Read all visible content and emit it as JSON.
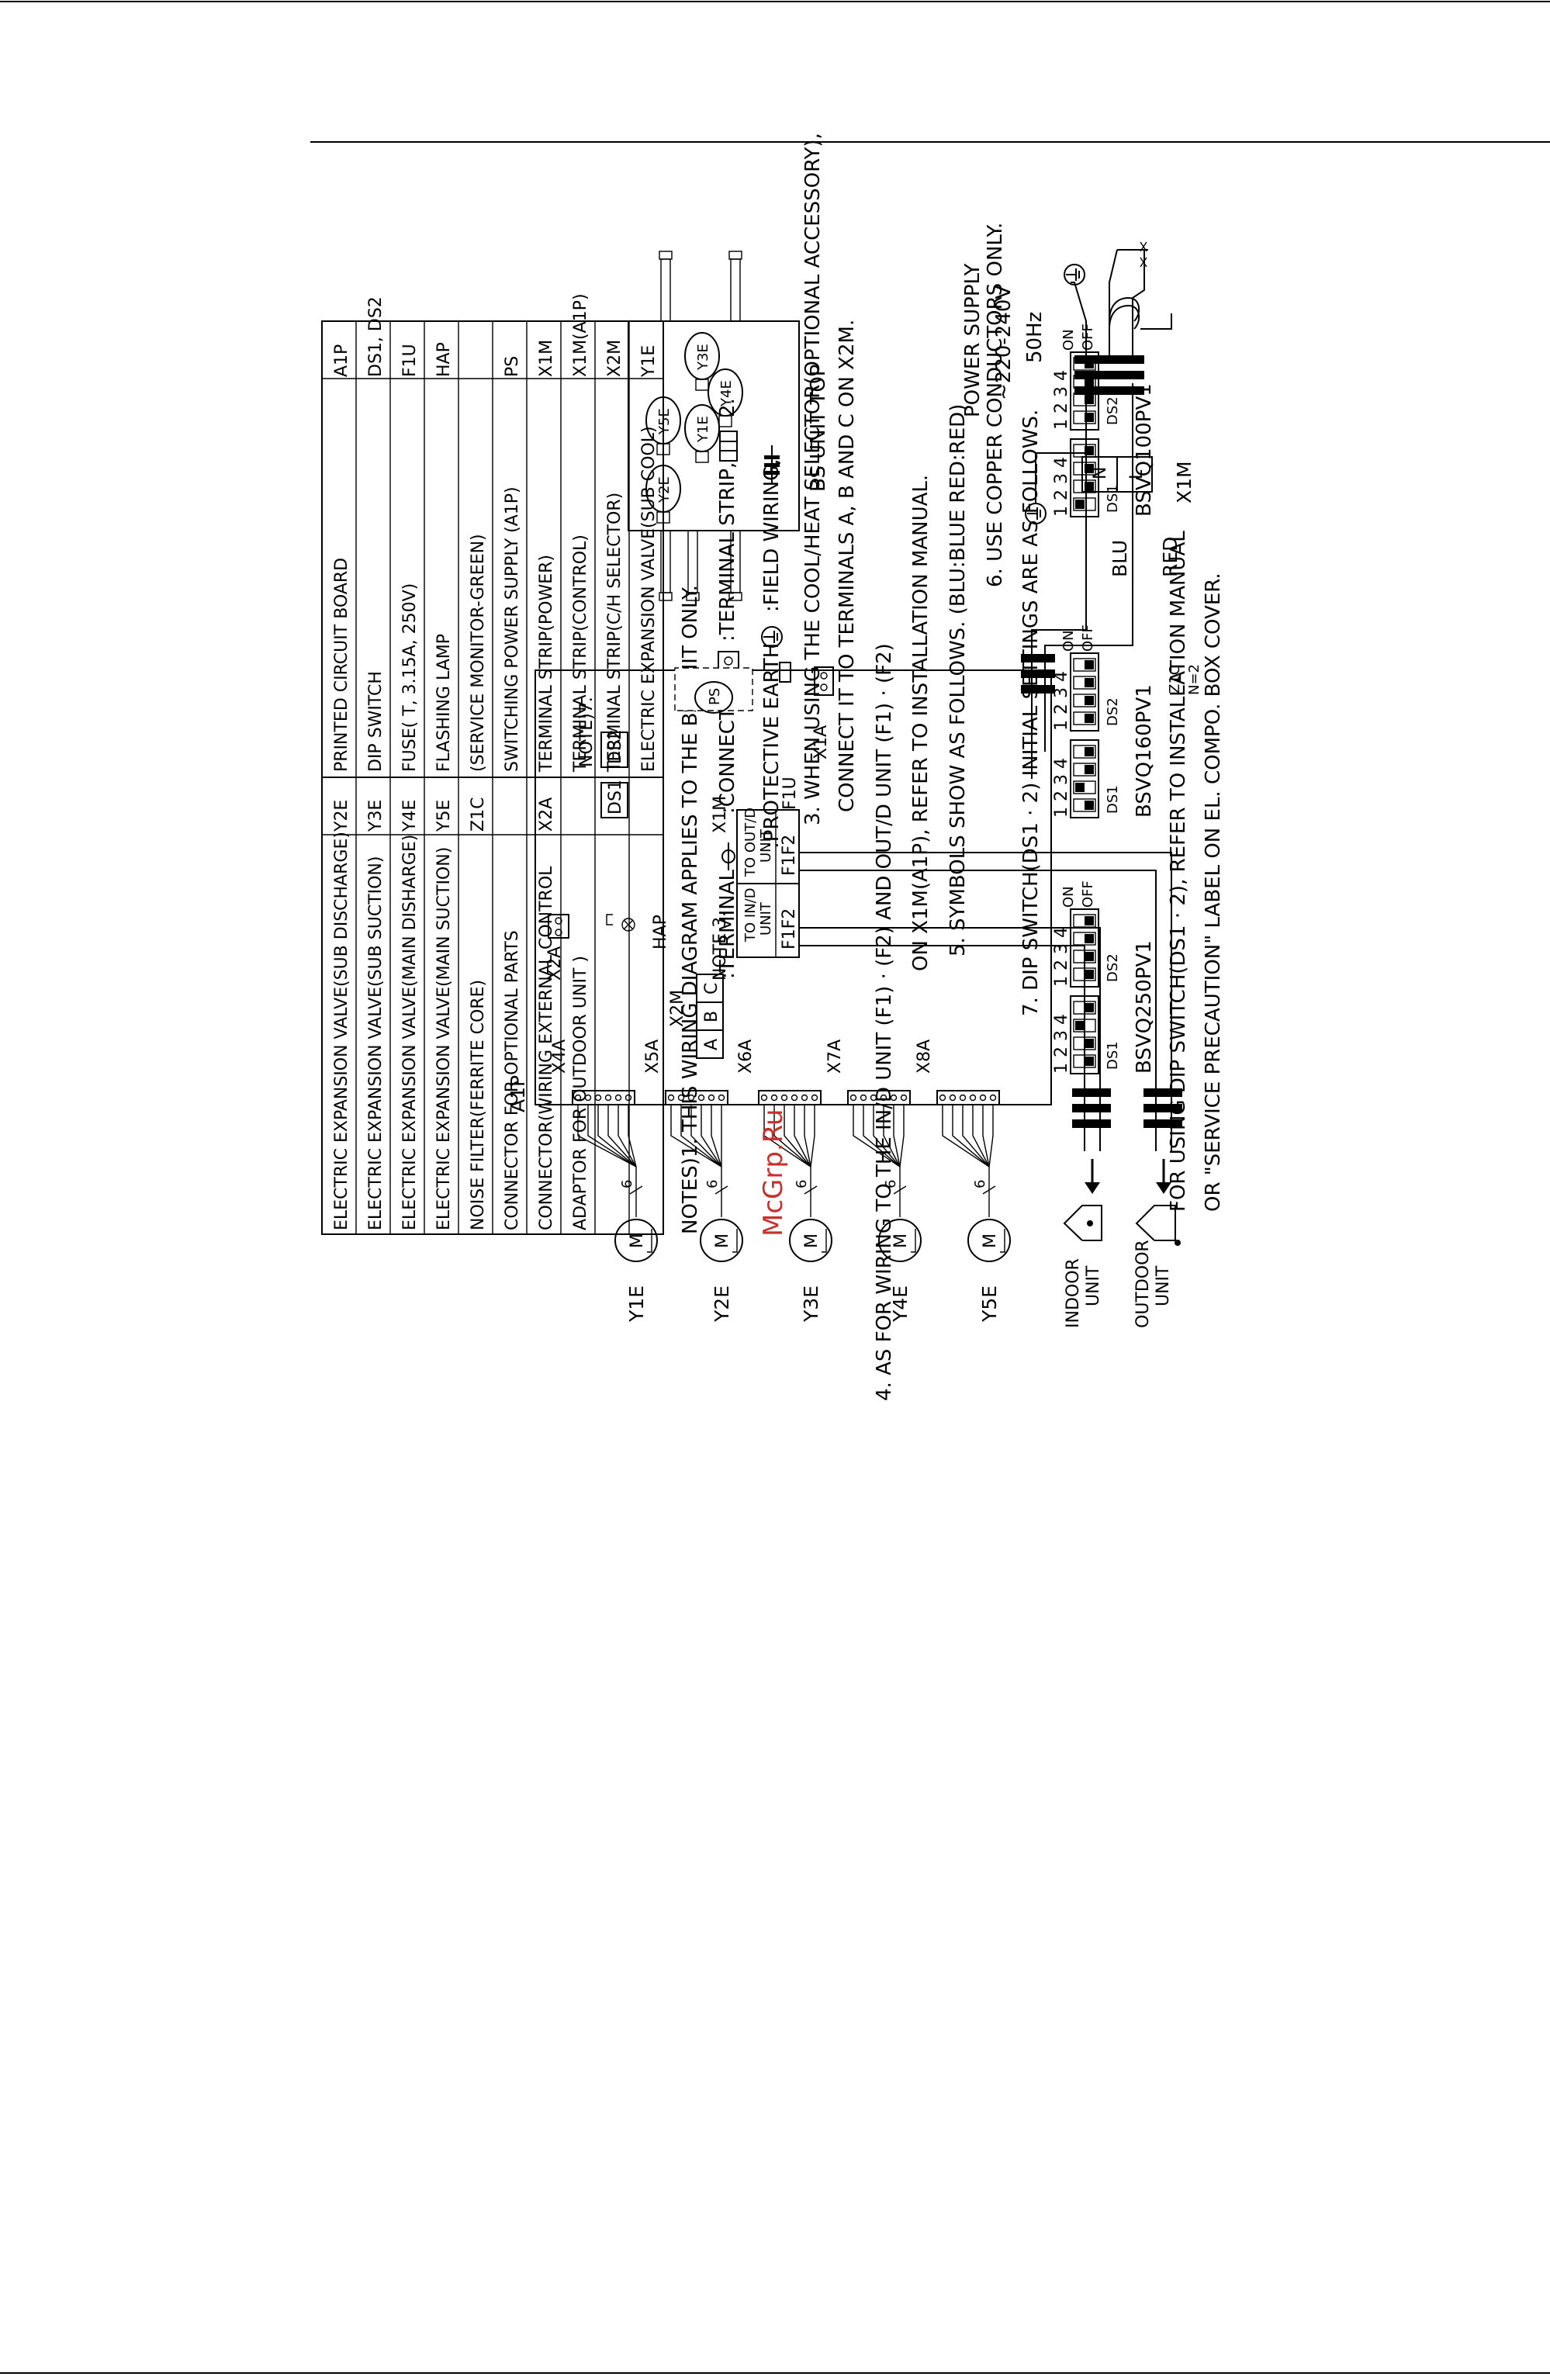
{
  "board": {
    "ref": "A1P",
    "x2a": "X2A",
    "hap": "HAP",
    "ds1": "DS1",
    "ds2": "DS2",
    "note7": "NOTE)7.",
    "f1u": "F1U",
    "ps": "PS",
    "x1a": "X1A",
    "x1m": "X1M",
    "to_ind": "TO IN/D",
    "to_ind_unit": "UNIT",
    "to_outd": "TO OUT/D",
    "to_outd_unit": "UNIT",
    "f1f2_a": "F1F2",
    "f1f2_b": "F1F2",
    "note3": "NOTE 3.",
    "x2m": "X2M",
    "x2m_a": "A",
    "x2m_b": "B",
    "x2m_c": "C",
    "connectors": [
      "X4A",
      "X5A",
      "X6A",
      "X7A",
      "X8A"
    ]
  },
  "motors": {
    "labels": [
      "Y1E",
      "Y2E",
      "Y3E",
      "Y4E",
      "Y5E"
    ],
    "wire_count": "6",
    "symbol": "M"
  },
  "units": {
    "indoor_1": "INDOOR",
    "indoor_2": "UNIT",
    "outdoor_1": "OUTDOOR",
    "outdoor_2": "UNIT"
  },
  "bs_unit": {
    "title": "BS UNIT TOP",
    "valves": [
      "Y3E",
      "Y4E",
      "Y5E",
      "Y1E",
      "Y2E"
    ]
  },
  "power": {
    "title": "POWER SUPPLY",
    "voltage": "~220-240V",
    "freq": "50Hz",
    "n": "N",
    "l": "L",
    "x1m": "X1M",
    "blu": "BLU",
    "red": "RED",
    "z1c": "Z1C",
    "n2": "N=2"
  },
  "legend": [
    [
      "A1P",
      "PRINTED CIRCUIT BOARD",
      "Y2E",
      "ELECTRIC EXPANSION VALVE(SUB DISCHARGE)"
    ],
    [
      "DS1, DS2",
      "DIP SWITCH",
      "Y3E",
      "ELECTRIC EXPANSION VALVE(SUB SUCTION)"
    ],
    [
      "F1U",
      "FUSE( T, 3.15A, 250V)",
      "Y4E",
      "ELECTRIC EXPANSION VALVE(MAIN DISHARGE)"
    ],
    [
      "HAP",
      "FLASHING LAMP",
      "Y5E",
      "ELECTRIC EXPANSION VALVE(MAIN SUCTION)"
    ],
    [
      "",
      "(SERVICE MONITOR-GREEN)",
      "Z1C",
      "NOISE FILTER(FERRITE CORE)"
    ],
    [
      "PS",
      "SWITCHING POWER SUPPLY (A1P)",
      "",
      "CONNECTOR FOR OPTIONAL PARTS"
    ],
    [
      "X1M",
      "TERMINAL STRIP(POWER)",
      "X2A",
      "CONNECTOR(WIRING EXTERNAL CONTROL"
    ],
    [
      "X1M(A1P)",
      "TERMINAL STRIP(CONTROL)",
      "",
      "ADAPTOR FOR OUTDOOR UNIT )"
    ],
    [
      "X2M",
      "TERMINAL STRIP(C/H SELECTOR)",
      "",
      ""
    ],
    [
      "Y1E",
      "ELECTRIC EXPANSION VALVE(SUB COOL)",
      "",
      ""
    ]
  ],
  "notes": {
    "n1": "NOTES)1. THIS WIRING DIAGRAM APPLIES TO THE BS UNIT ONLY.",
    "n2a": "2.",
    "n2b": ":TERMINAL STRIP,",
    "n2c": ":CONNECTOR,",
    "n2d": ":TERMINAL",
    "n2e": ":FIELD WIRING,",
    "n2f": ":PROTECTIVE EARTH",
    "n3a": "3. WHEN USING THE COOL/HEAT SELECTOR(OPTIONAL ACCESSORY),",
    "n3b": "CONNECT IT TO TERMINALS A, B AND C ON X2M.",
    "n4a": "4. AS FOR WIRING TO THE IN/D UNIT (F1) · (F2) AND OUT/D UNIT (F1) · (F2)",
    "n4b": "ON X1M(A1P), REFER TO INSTALLATION MANUAL.",
    "n5": "5. SYMBOLS SHOW AS FOLLOWS. (BLU:BLUE RED:RED)",
    "n6": "6. USE COPPER CONDUCTORS ONLY.",
    "n7": "7. DIP SWITCH(DS1 · 2) INITIAL SETTINGS ARE AS FOLLOWS.",
    "dip_nums": "1 2 3 4",
    "on": "ON",
    "off": "OFF",
    "ds1": "DS1",
    "ds2": "DS2",
    "models": [
      "BSVQ100PV1",
      "BSVQ160PV1",
      "BSVQ250PV1"
    ],
    "n8a": "FOR USING DIP SWITCH(DS1 · 2), REFER TO INSTALLATION MANUAL",
    "n8b": "OR \"SERVICE PRECAUTION\" LABEL ON EL. COMPO. BOX COVER."
  },
  "watermark": "McGrp.Ru"
}
